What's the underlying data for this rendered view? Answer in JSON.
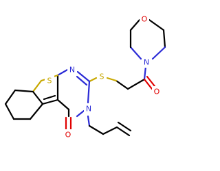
{
  "molecule": {
    "atom_labels": {
      "morpholine_o": "O",
      "morpholine_n": "N",
      "amide_o": "O",
      "thioether_s": "S",
      "thiophene_s": "S",
      "pyrimidine_n1": "N",
      "pyrimidine_n3": "N",
      "ketone_o": "O"
    },
    "colors": {
      "carbon_bond": "#000000",
      "nitrogen": "#2b2bd6",
      "oxygen": "#e00000",
      "sulfur": "#c8a800"
    }
  }
}
